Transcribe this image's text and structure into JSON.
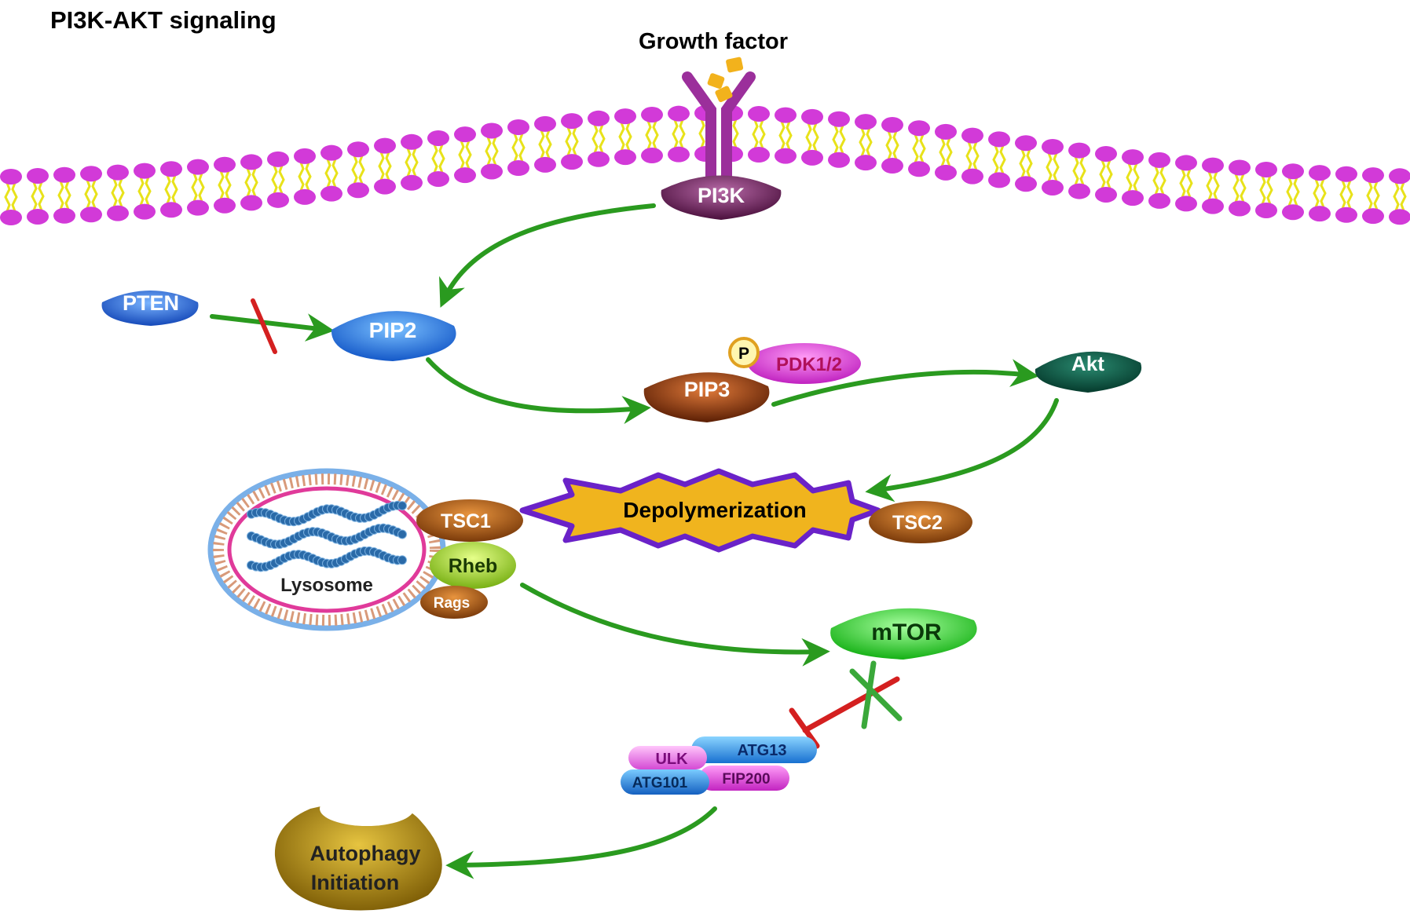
{
  "title": "PI3K-AKT signaling",
  "nodes": {
    "growth_factor": "Growth factor",
    "pi3k": "PI3K",
    "pten": "PTEN",
    "pip2": "PIP2",
    "pip3": "PIP3",
    "p": "P",
    "pdk": "PDK1/2",
    "akt": "Akt",
    "depolymerization": "Depolymerization",
    "tsc1": "TSC1",
    "tsc2": "TSC2",
    "lysosome": "Lysosome",
    "rheb": "Rheb",
    "rags": "Rags",
    "mtor": "mTOR",
    "ulk": "ULK",
    "atg13": "ATG13",
    "atg101": "ATG101",
    "fip200": "FIP200",
    "autophagy_line1": "Autophagy",
    "autophagy_line2": "Initiation"
  },
  "colors": {
    "arrow": "#2a9a1f",
    "inhibit": "#d42020",
    "lipid_head": "#d23ad8",
    "lipid_tail": "#e8e21a",
    "receptor": "#9b2f9b",
    "pi3k": "#6a1f58",
    "pten": "#1f6fe0",
    "pip2": "#1e7ae8",
    "pip3": "#9a3a10",
    "pdk": "#e84ee0",
    "akt": "#0f5a48",
    "star_fill": "#f0b41e",
    "star_stroke": "#6a22c8",
    "tsc": "#b8601a",
    "rheb": "#a6d826",
    "rags": "#b86a1e",
    "mtor": "#2ee02e",
    "ulk": "#e86ae6",
    "atg13": "#2a9ae8",
    "atg101": "#1a8ad8",
    "fip200": "#e040d8",
    "autophagy": "#b08a10",
    "lysosome_ring": "#e03a9a",
    "lysosome_outer": "#7ab0e8"
  },
  "icons": {
    "receptor": "receptor-icon",
    "ligand": "ligand-icon",
    "lysosome": "lysosome-icon"
  }
}
